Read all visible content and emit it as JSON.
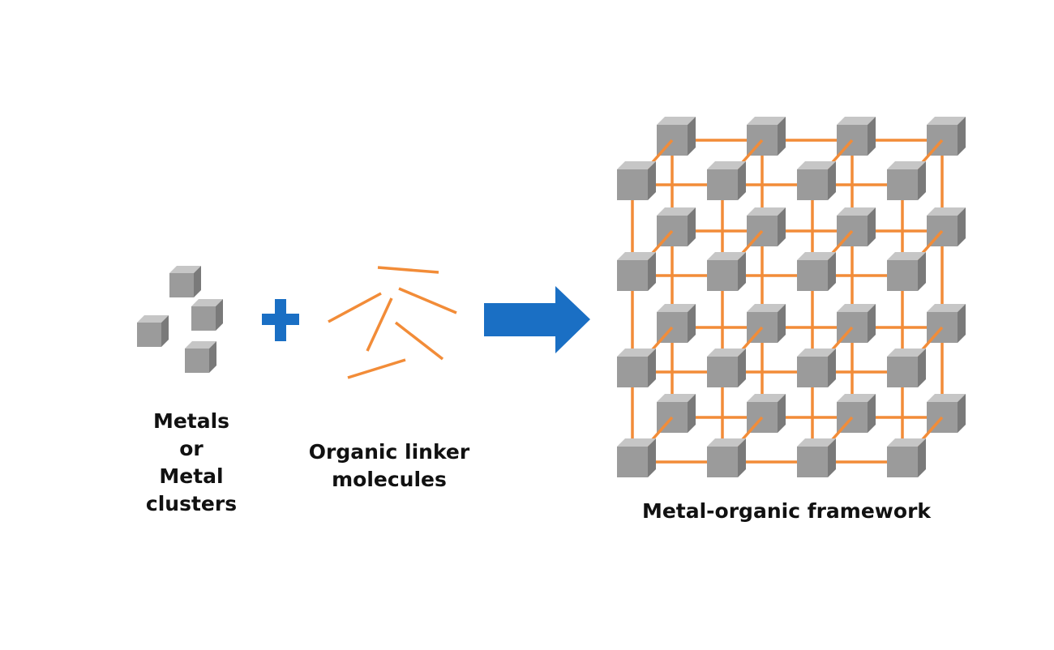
{
  "labels": {
    "metals_line1": "Metals",
    "metals_line2": "or",
    "metals_line3": "Metal clusters",
    "linker_line1": "Organic linker",
    "linker_line2": "molecules",
    "framework": "Metal-organic framework"
  },
  "icons": {
    "plus": "plus-icon",
    "arrow": "right-arrow-icon",
    "cube": "metal-cube-icon",
    "linker": "linker-stick-icon"
  },
  "colors": {
    "cube_top": "#c6c6c6",
    "cube_front": "#9b9b9b",
    "cube_side": "#7a7a7a",
    "linker": "#f28c38",
    "accent_blue": "#1a6fc4",
    "text": "#111111"
  }
}
